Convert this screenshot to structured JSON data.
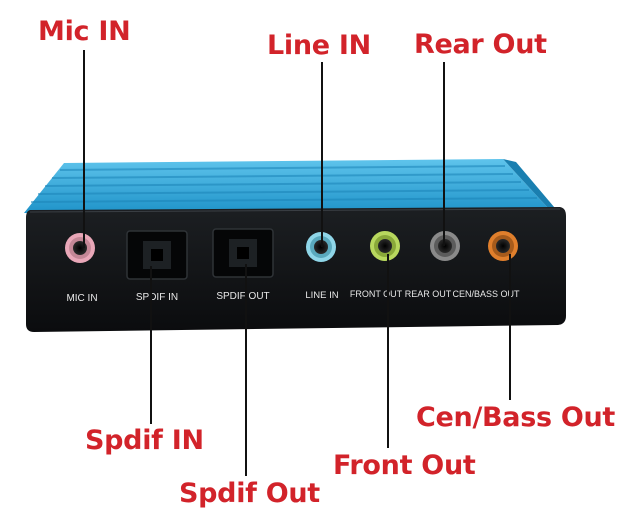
{
  "callouts": {
    "mic_in": "Mic IN",
    "line_in": "Line IN",
    "rear_out": "Rear Out",
    "spdif_in": "Spdif IN",
    "spdif_out": "Spdif Out",
    "front_out": "Front Out",
    "cen_bass_out": "Cen/Bass Out"
  },
  "panel_labels": {
    "mic_in": "MIC IN",
    "spdif_in": "SPDIF IN",
    "spdif_out": "SPDIF OUT",
    "line_in": "LINE IN",
    "front_out": "FRONT OUT",
    "rear_out": "REAR OUT",
    "cen_bass_out": "CEN/BASS OUT"
  },
  "colors": {
    "callout_text": "#d2232a",
    "body_blue": "#2aa9dd",
    "panel": "#121416",
    "jack_mic": "#e9a7b8",
    "jack_line_in": "#8fd6e8",
    "jack_front": "#b8d85e",
    "jack_rear": "#8a8a8a",
    "jack_cen_bass": "#e07f2c"
  }
}
